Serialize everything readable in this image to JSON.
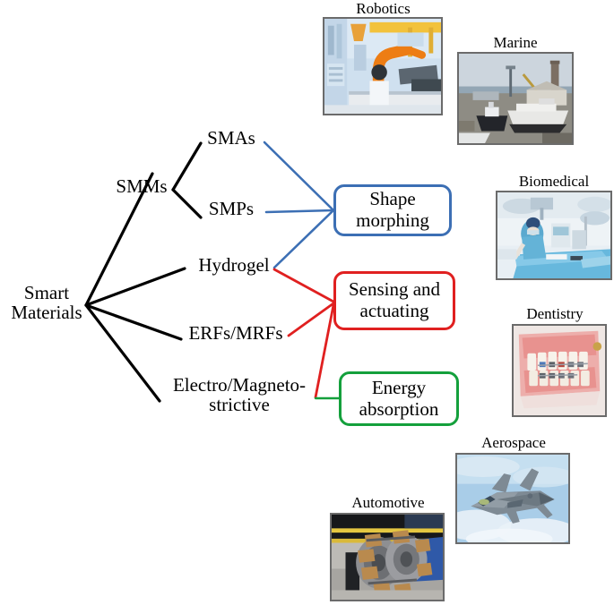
{
  "figure": {
    "type": "tree-diagram",
    "root": {
      "label": "Smart\nMaterials"
    },
    "categories": [
      {
        "id": "smms",
        "label": "SMMs"
      },
      {
        "id": "hydrogel",
        "label": "Hydrogel"
      },
      {
        "id": "erfs_mrfs",
        "label": "ERFs/MRFs"
      },
      {
        "id": "electro",
        "label": "Electro/Magneto-\nstrictive"
      }
    ],
    "subcategories": [
      {
        "id": "smas",
        "parent": "smms",
        "label": "SMAs"
      },
      {
        "id": "smps",
        "parent": "smms",
        "label": "SMPs"
      }
    ],
    "functions": [
      {
        "id": "shape",
        "label": "Shape\nmorphing",
        "color": "#3C6FB4",
        "sources": [
          "smas",
          "smps",
          "hydrogel"
        ]
      },
      {
        "id": "sense",
        "label": "Sensing and\nactuating",
        "color": "#E02020",
        "sources": [
          "hydrogel",
          "erfs_mrfs",
          "electro"
        ]
      },
      {
        "id": "energy",
        "label": "Energy\nabsorption",
        "color": "#14A03C",
        "sources": [
          "electro"
        ]
      }
    ],
    "applications": [
      {
        "id": "robotics",
        "caption": "Robotics"
      },
      {
        "id": "marine",
        "caption": "Marine"
      },
      {
        "id": "biomedical",
        "caption": "Biomedical"
      },
      {
        "id": "dentistry",
        "caption": "Dentistry"
      },
      {
        "id": "aerospace",
        "caption": "Aerospace"
      },
      {
        "id": "automotive",
        "caption": "Automotive"
      }
    ],
    "colors": {
      "shape_morphing": "#3C6FB4",
      "sensing_actuating": "#E02020",
      "energy_absorption": "#14A03C",
      "tree_branches": "#000000",
      "background": "#ffffff"
    }
  }
}
